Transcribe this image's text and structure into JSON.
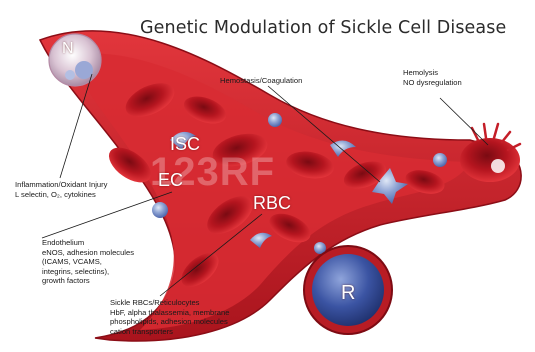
{
  "title": "Genetic Modulation of Sickle Cell Disease",
  "cell_tags": {
    "n": "N",
    "isc": "ISC",
    "ec": "EC",
    "rbc": "RBC",
    "r": "R"
  },
  "callouts": {
    "hemostasis": [
      "Hemostasis/Coagulation"
    ],
    "hemolysis": [
      "Hemolysis",
      "NO dysregulation"
    ],
    "inflammation": [
      "Inflammation/Oxidant Injury",
      "L selectin, O₂, cytokines"
    ],
    "endothelium": [
      "Endothelium",
      "eNOS, adhesion molecules",
      "(ICAMS, VCAMS,",
      "integrins, selectins),",
      "growth factors"
    ],
    "sickle": [
      "Sickle RBCs/Reticulocytes",
      "HbF, alpha thalassemia, membrane",
      "phospholipids, adhesion molecules",
      "cation transporters"
    ]
  },
  "watermark": "123RF",
  "colors": {
    "vessel": "#c8202a",
    "vessel_inner": "#e03a3f",
    "rbc": "#b81c24",
    "sickle_cell": "#7f95c7",
    "nucleus": "#3e59a6"
  }
}
